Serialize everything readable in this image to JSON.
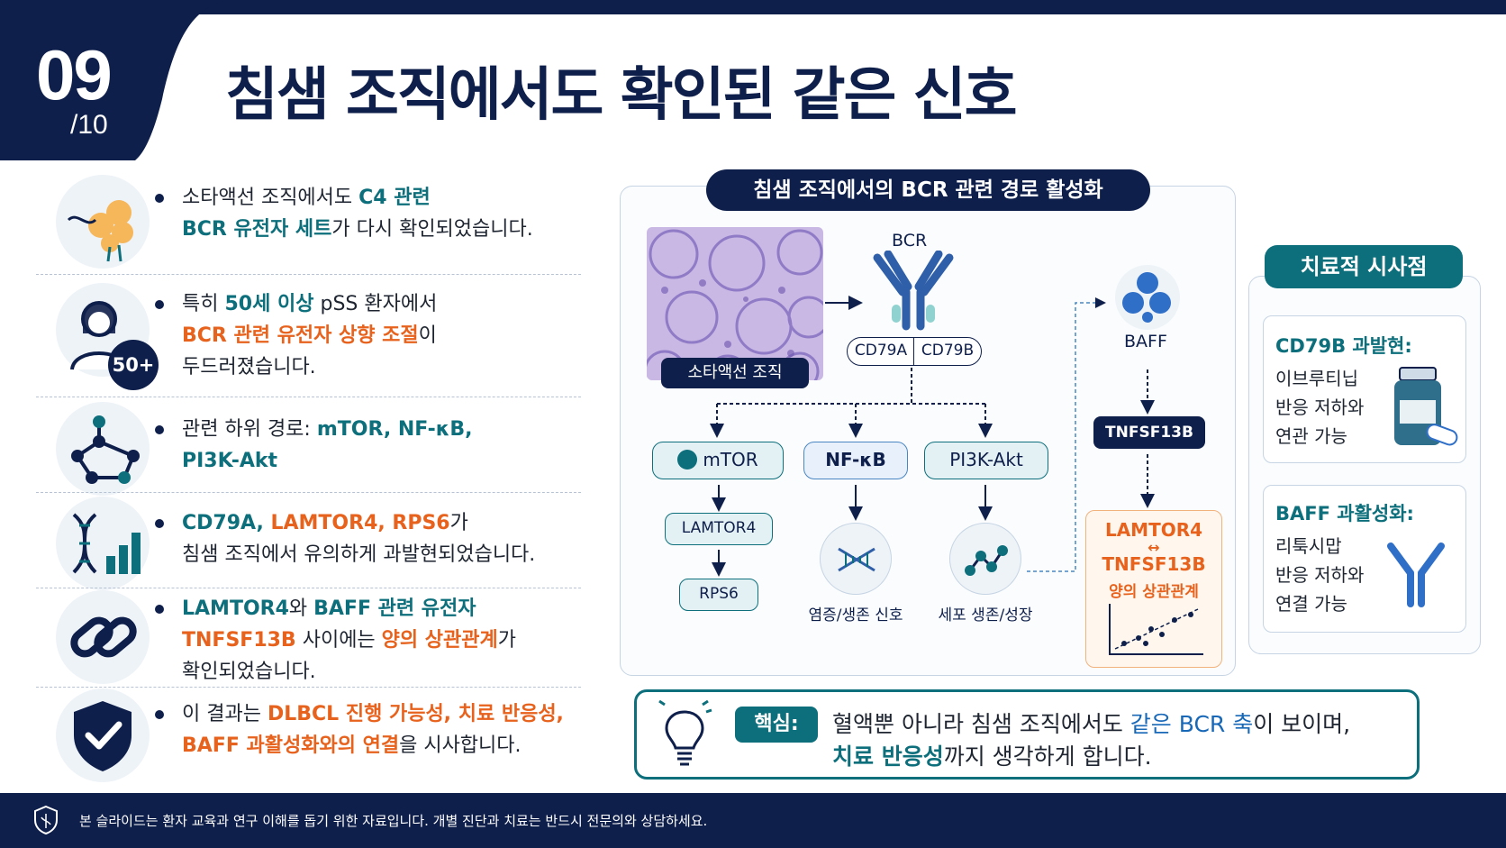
{
  "header": {
    "slide_number": "09",
    "slide_total": "/10",
    "title": "침샘 조직에서도 확인된 같은 신호"
  },
  "findings": [
    {
      "icon": "salivary-gland-icon",
      "line1_pre": "소타액선 조직에서도 ",
      "line1_teal": "C4 관련",
      "line2_teal": "BCR 유전자 세트",
      "line2_post": "가 다시 확인되었습니다."
    },
    {
      "icon": "patient-50plus-icon",
      "badge": "50+",
      "line1_pre": "특히 ",
      "line1_teal": "50세 이상",
      "line1_post": " pSS 환자에서",
      "line2_orange": "BCR 관련 유전자 상향 조절",
      "line2_post": "이",
      "line3": "두드러졌습니다."
    },
    {
      "icon": "pathway-network-icon",
      "line1_pre": "관련 하위 경로: ",
      "line1_teal": "mTOR, NF-κB,",
      "line2_teal": "PI3K-Akt"
    },
    {
      "icon": "dna-bar-chart-icon",
      "line1_teal": "CD79A, ",
      "line1_orange": "LAMTOR4, RPS6",
      "line1_post": "가",
      "line2": "침샘 조직에서 유의하게 과발현되었습니다."
    },
    {
      "icon": "chain-link-icon",
      "line1_teal": "LAMTOR4",
      "line1_mid": "와 ",
      "line1_teal2": "BAFF 관련 유전자",
      "line2_orange": "TNFSF13B",
      "line2_mid": " 사이에는 ",
      "line2_orange2": "양의 상관관계",
      "line2_post": "가",
      "line3": "확인되었습니다."
    },
    {
      "icon": "shield-check-icon",
      "line1_pre": "이 결과는 ",
      "line1_orange": "DLBCL 진행 가능성, 치료 반응성,",
      "line2_orange": "BAFF 과활성화와의 연결",
      "line2_post": "을 시사합니다."
    }
  ],
  "diagram": {
    "title": "침샘 조직에서의 BCR 관련 경로 활성화",
    "tissue_label": "소타액선 조직",
    "bcr_label": "BCR",
    "cd79a": "CD79A",
    "cd79b": "CD79B",
    "mtor": "mTOR",
    "nfkb": "NF-κB",
    "pi3k": "PI3K-Akt",
    "lamtor4": "LAMTOR4",
    "rps6": "RPS6",
    "nfkb_outcome": "염증/생존 신호",
    "pi3k_outcome": "세포 생존/성장",
    "baff": "BAFF",
    "tnfsf13b": "TNFSF13B",
    "corr_line1": "LAMTOR4",
    "corr_arrow": "↔",
    "corr_line2": "TNFSF13B",
    "corr_line3": "양의 상관관계"
  },
  "implications": {
    "title": "치료적 시사점",
    "cards": [
      {
        "head": "CD79B 과발현:",
        "lines": [
          "이브루티닙",
          "반응 저하와",
          "연관 가능"
        ],
        "icon": "medicine-bottle-icon"
      },
      {
        "head": "BAFF 과활성화:",
        "lines": [
          "리툭시맙",
          "반응 저하와",
          "연결 가능"
        ],
        "icon": "antibody-icon"
      }
    ]
  },
  "key_message": {
    "badge": "핵심:",
    "line1_pre": "혈액뿐 아니라 침샘 조직에서도 ",
    "line1_teal": "같은 BCR 축",
    "line1_post": "이 보이며,",
    "line2_teal": "치료 반응성",
    "line2_post": "까지 생각하게 합니다."
  },
  "footer": {
    "text": "본 슬라이드는 환자 교육과 연구 이해를 돕기 위한 자료입니다. 개별 진단과 치료는 반드시 전문의와 상담하세요."
  },
  "colors": {
    "navy": "#0f1f4b",
    "teal": "#0c6f7b",
    "orange": "#e7621c"
  }
}
